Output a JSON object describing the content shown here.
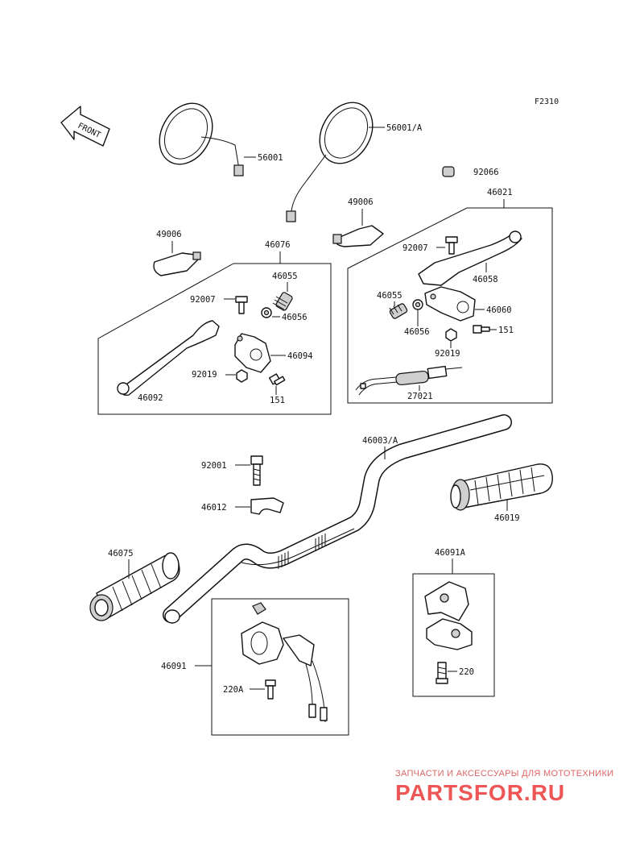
{
  "figure_code": "F2310",
  "front_label": "FRONT",
  "part_labels": {
    "p56001": "56001",
    "p56001a": "56001/A",
    "p92066": "92066",
    "p46021": "46021",
    "p49006_left": "49006",
    "p49006_right": "49006",
    "p46076": "46076",
    "p46055_left": "46055",
    "p46056_left": "46056",
    "p92007_left": "92007",
    "p46094": "46094",
    "p92019_left": "92019",
    "p151_left": "151",
    "p46092": "46092",
    "p92007_right": "92007",
    "p46058": "46058",
    "p46055_right": "46055",
    "p46060": "46060",
    "p46056_right": "46056",
    "p151_right": "151",
    "p92019_right": "92019",
    "p27021": "27021",
    "p46003a": "46003/A",
    "p92001": "92001",
    "p46012": "46012",
    "p46019": "46019",
    "p46075": "46075",
    "p46091a": "46091A",
    "p46091": "46091",
    "p220a": "220A",
    "p220": "220"
  },
  "watermark": {
    "tagline": "ЗАПЧАСТИ И АКСЕССУАРЫ ДЛЯ МОТОТЕХНИКИ",
    "brand": "PARTSFOR.RU"
  }
}
